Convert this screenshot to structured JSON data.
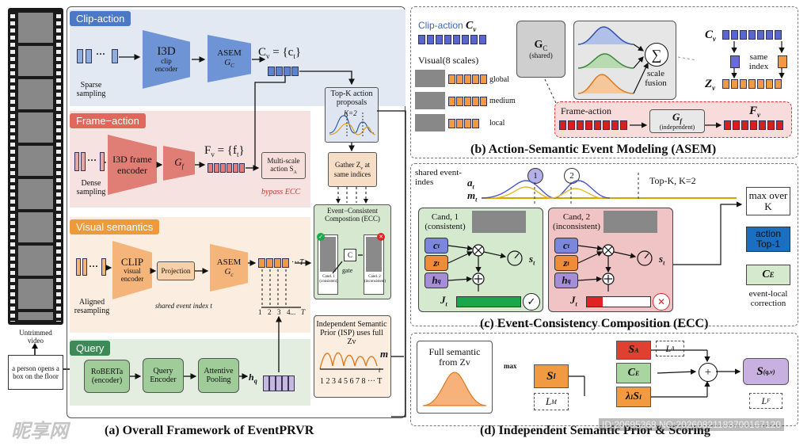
{
  "filmstrip": {
    "label": "Untrimmed video",
    "query_text": "a person opens a box on the floor"
  },
  "panel_a": {
    "caption": "(a) Overall Framework of EventPRVR",
    "clip_action": {
      "header": "Clip-action",
      "input_label": "Sparse sampling",
      "encoder_title": "I3D",
      "encoder_sub": "clip encoder",
      "asem_title": "ASEM",
      "asem_sub": "G",
      "asem_sub_idx": "C",
      "output": "C",
      "output_sub": "v",
      "output_rest": " = {c",
      "output_rest_sub": "t",
      "output_end": "}"
    },
    "frame_action": {
      "header": "Frame−action",
      "input_label": "Dense sampling",
      "encoder_title": "I3D frame encoder",
      "gf": "G",
      "gf_sub": "f",
      "output": "F",
      "output_sub": "v",
      "output_rest": " = {f",
      "output_rest_sub": "t",
      "output_end": "}",
      "multiscale": "Multi-scale action S",
      "multiscale_sub": "A",
      "bypass": "bypass ECC"
    },
    "topk": {
      "title": "Top-K action proposals",
      "k": "K=2"
    },
    "gather": {
      "title": "Gather Z",
      "sub": "v",
      "rest": " at same indices"
    },
    "visual_semantics": {
      "header": "Visual semantics",
      "input_label": "Aligned resampling",
      "encoder_title": "CLIP",
      "encoder_sub": "visual encoder",
      "projection": "Projection",
      "asem_title": "ASEM",
      "asem_sub": "G",
      "asem_sub_idx": "c",
      "axis_label": "shared event index t",
      "ticks": [
        "1",
        "2",
        "3",
        "4...",
        "T"
      ]
    },
    "ecc_mini": {
      "title": "Event−Consistent Compostion (ECC)",
      "gate": "gate",
      "gate_symbol": "C",
      "cand1": "Cand. 1 (consistent)",
      "cand2": "Cand. 2 (inconsistent)"
    },
    "isp_mini": {
      "title": "Independent Semantic Prior (ISP) uses full Zv",
      "m": "m",
      "t": "t",
      "ticks": "1 2 3 4 5 6 7 8 ··· T"
    },
    "query": {
      "header": "Query",
      "roberta": "RoBERTa (encoder)",
      "query_encoder": "Query Encoder",
      "pooling": "Attentive Pooling",
      "hq": "h",
      "hq_sub": "q"
    }
  },
  "panel_b": {
    "caption": "(b) Action-Semantic Event Modeling (ASEM)",
    "clip_action_label": "Clip-action",
    "cv": "C",
    "cv_sub": "v",
    "visual_label": "Visual(8 scales)",
    "scales": [
      "global",
      "medium",
      "local"
    ],
    "gc": "G",
    "gc_sub": "C",
    "gc_note": "(shared)",
    "scale_fusion": "scale fusion",
    "sigma": "∑",
    "right_cv": "C",
    "right_cv_sub": "v",
    "right_zv": "Z",
    "right_zv_sub": "v",
    "same_index": "same index",
    "frame_action_label": "Frame-action",
    "gf": "G",
    "gf_sub": "f",
    "gf_note": "(independent)",
    "fv": "F",
    "fv_sub": "v"
  },
  "panel_c": {
    "caption": "(c) Event-Consistency Composition (ECC)",
    "shared_label": "shared event-indes",
    "at": "a",
    "at_sub": "t",
    "mt": "m",
    "mt_sub": "t",
    "circle1": "1",
    "circle2": "2",
    "topk": "Top-K, K=2",
    "cand1_title": "Cand, 1 (consistent)",
    "cand2_title": "Cand, 2 (inconsistent)",
    "chips": [
      {
        "base": "c",
        "sub": "t"
      },
      {
        "base": "z",
        "sub": "t"
      },
      {
        "base": "h",
        "sub": "q"
      }
    ],
    "st": "s",
    "st_sub": "t",
    "jt": "J",
    "jt_sub": "t",
    "max_over": "max over K",
    "action_top": "action Top-1",
    "ce": "C",
    "ce_sub": "E",
    "ce_note": "event-local correction",
    "colors": {
      "cand1": "#d5e9cf",
      "cand2": "#f0c4c4",
      "action": "#1a6fc0",
      "good": "#18a84a",
      "bad": "#e02424"
    }
  },
  "panel_d": {
    "caption": "(d) Independent Semantic Prior & Scoring",
    "full_semantic": "Full semantic from Zv",
    "max": "max",
    "si": "S",
    "si_sub": "I",
    "lm": "L",
    "lm_sub": "M",
    "sa": "S",
    "sa_sub": "A",
    "la": "L",
    "la_sub": "A",
    "ce": "C",
    "ce_sub": "E",
    "lambda_si": "λ",
    "lambda_sub": "I",
    "lambda_s": "S",
    "lambda_s_sub": "I",
    "plus": "+",
    "final": "S",
    "final_sub": "(q,v)",
    "lf": "L",
    "lf_sub": "F"
  },
  "watermark": {
    "brand": "昵享网",
    "id": "ID:20695368 NO:20260821183700167120"
  }
}
